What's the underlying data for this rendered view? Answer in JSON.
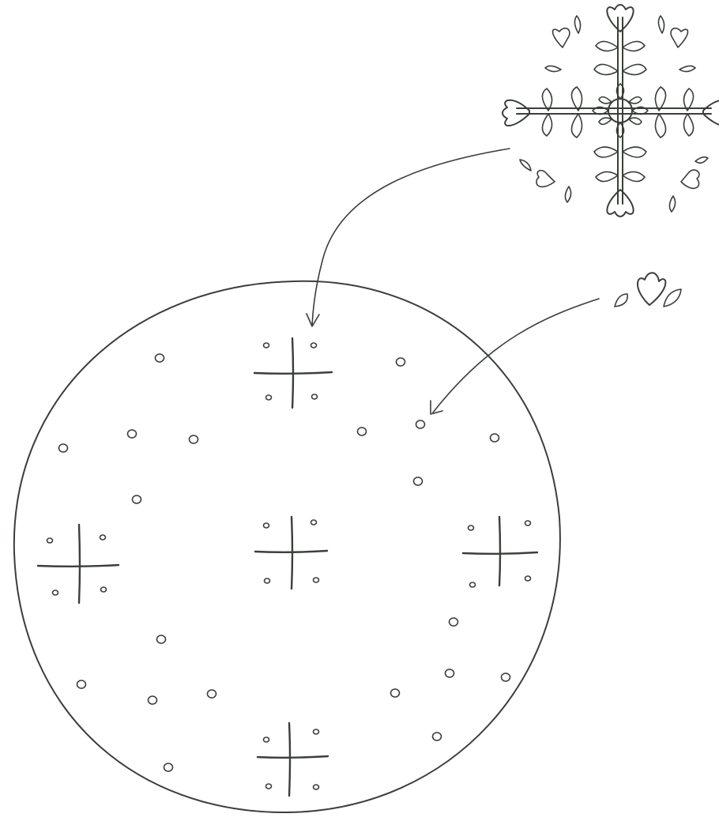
{
  "colors": {
    "background": "#ffffff",
    "ink": "#3a3f3a",
    "motif_stem": "#2f5a3c"
  },
  "diagram": {
    "type": "quilt-applique-placement-sketch",
    "shape": "circle",
    "cross_mark_count": 5,
    "small_circle_marks": "scattered",
    "callouts": [
      {
        "target": "cross-mark",
        "motif": "floral-cross-applique"
      },
      {
        "target": "small-circle-mark",
        "motif": "heart-and-leaves-applique"
      }
    ],
    "icons": [
      "floral-cross-motif-icon",
      "heart-leaf-motif-icon",
      "arrow-icon"
    ]
  }
}
